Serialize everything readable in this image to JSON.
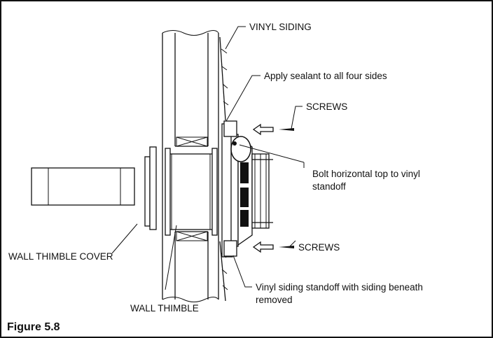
{
  "labels": {
    "vinyl_siding": "VINYL SIDING",
    "apply_sealant": "Apply sealant to all four sides",
    "screws_top": "SCREWS",
    "bolt_line1": "Bolt horizontal top to vinyl",
    "bolt_line2": "standoff",
    "screws_bottom": "SCREWS",
    "wall_thimble_cover": "WALL THIMBLE COVER",
    "standoff_line1": "Vinyl siding standoff with siding beneath",
    "standoff_line2": "removed",
    "wall_thimble": "WALL THIMBLE"
  },
  "caption": "Figure 5.8"
}
